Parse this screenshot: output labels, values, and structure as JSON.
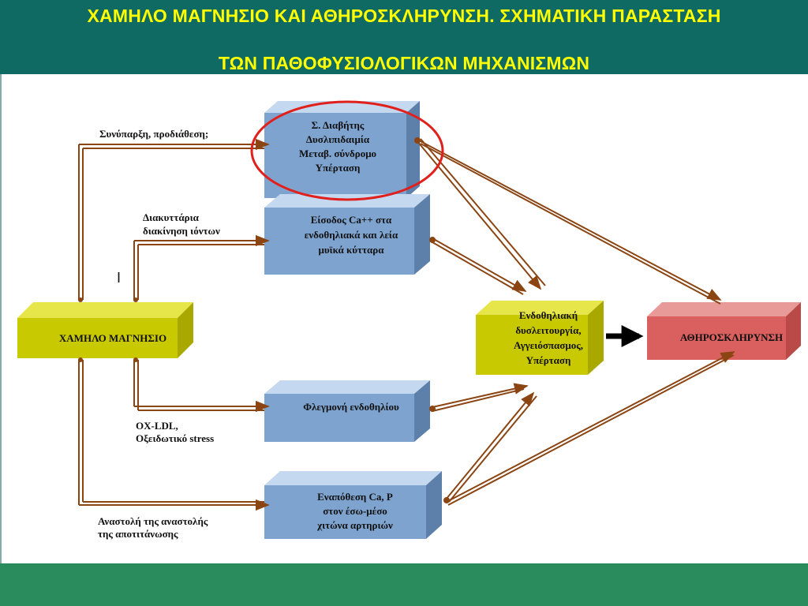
{
  "title": {
    "line1": "ΧΑΜΗΛΟ ΜΑΓΝΗΣΙΟ ΚΑΙ ΑΘΗΡΟΣΚΛΗΡΥΝΣΗ. ΣΧΗΜΑΤΙΚΗ ΠΑΡΑΣΤΑΣΗ",
    "line2": "ΤΩΝ ΠΑΘΟΦΥΣΙΟΛΟΓΙΚΩΝ ΜΗΧΑΝΙΣΜΩΝ"
  },
  "colors": {
    "header": "#0f6a64",
    "title_text": "#ffff00",
    "footer": "#2a8c5c",
    "box_blue_front": "#7ea3cf",
    "box_blue_top": "#a9c5e6",
    "box_yellow_front": "#c9c900",
    "box_red_front": "#d9605f",
    "arrow": "#8b4513",
    "highlight_circle": "#e0201c"
  },
  "nodes": {
    "low_mg": {
      "label": "ΧΑΜΗΛΟ ΜΑΓΝΗΣΙΟ"
    },
    "diabetes": {
      "lines": [
        "Σ. Διαβήτης",
        "Δυσλιπιδαιμία",
        "Μεταβ. σύνδρομο",
        "Υπέρταση"
      ]
    },
    "calcium_entry": {
      "lines": [
        "Είσοδος Ca++ στα",
        "ενδοθηλιακά και λεία",
        "μυϊκά κύτταρα"
      ]
    },
    "inflammation": {
      "lines": [
        "Φλεγμονή ενδοθηλίου"
      ]
    },
    "ca_p_deposition": {
      "lines": [
        "Εναπόθεση Ca, P",
        "στον έσω-μέσο",
        "χιτώνα αρτηριών"
      ]
    },
    "endothelial": {
      "lines": [
        "Ενδοθηλιακή",
        "δυσλειτουργία,",
        "Αγγειόσπασμος,",
        "Υπέρταση"
      ]
    },
    "atherosclerosis": {
      "label": "ΑΘΗΡΟΣΚΛΗΡΥΝΣΗ"
    }
  },
  "edge_labels": {
    "coexistence": "Συνύπαρξη, προδιάθεση;",
    "ion_transport": [
      "Διακυττάρια",
      "διακίνηση ιόντων"
    ],
    "oxidative": [
      "OX-LDL,",
      "Οξειδωτικό stress"
    ],
    "inhibition": [
      "Αναστολή της αναστολής",
      "της αποτιτάνωσης"
    ]
  },
  "stray_mark": "I"
}
